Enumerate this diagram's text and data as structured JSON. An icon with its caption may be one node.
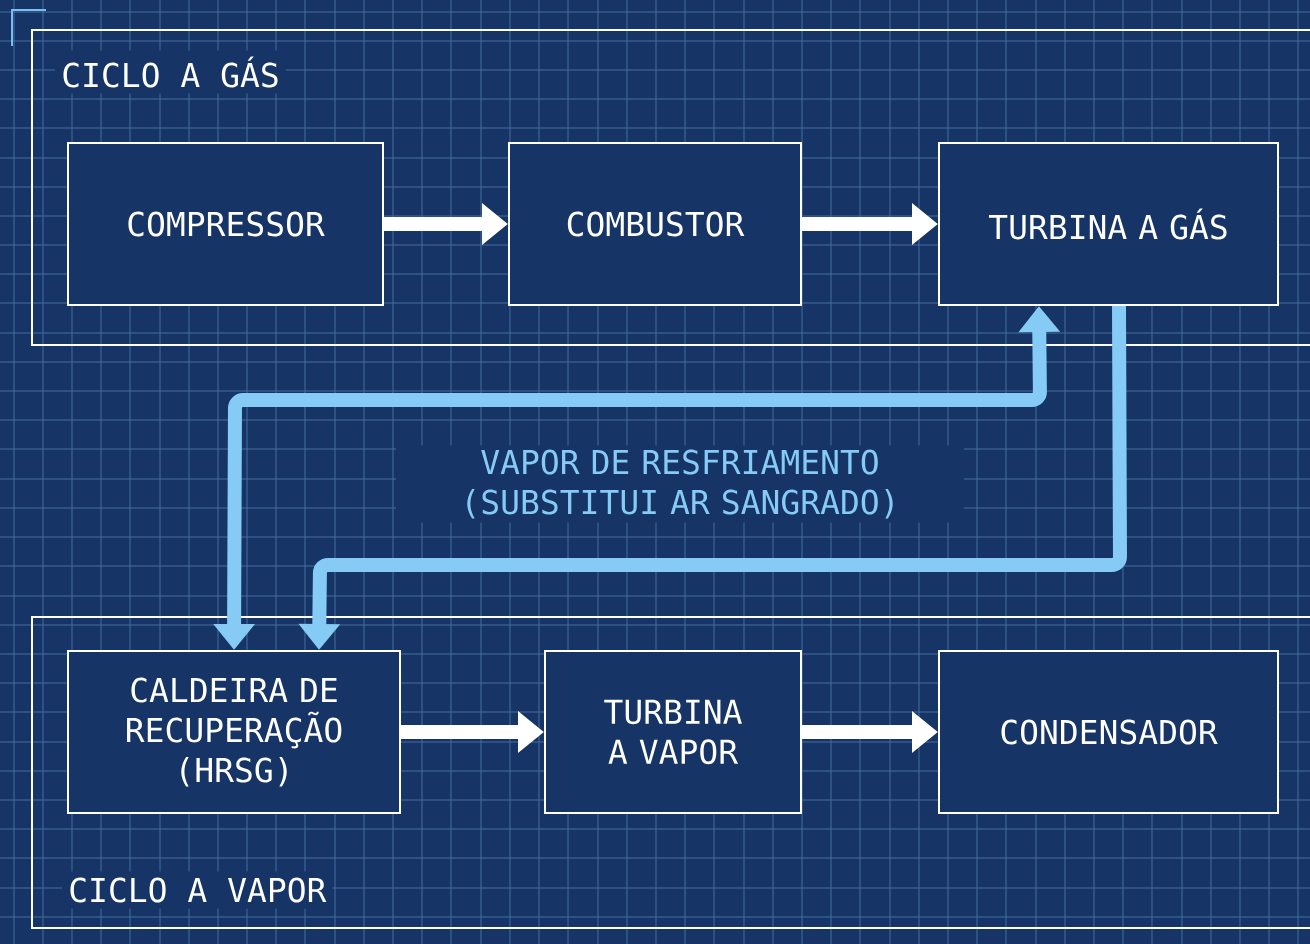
{
  "diagram": {
    "nodes": [
      {
        "text": [
          "CICLO A GÁS"
        ]
      },
      {
        "text": [
          "COMPRESSOR"
        ],
        "in": 0
      },
      {
        "text": [
          "COMBUSTOR"
        ],
        "in": 0
      },
      {
        "text": [
          "TURBINA A GÁS"
        ],
        "in": 0
      },
      {
        "text": [
          "CICLO A VAPOR"
        ]
      },
      {
        "text": [
          "CALDEIRA DE RECUPERAÇÃO (HRSG)"
        ],
        "in": 4
      },
      {
        "text": [
          "TURBINA A VAPOR"
        ],
        "in": 4
      },
      {
        "text": [
          "CONDENSADOR"
        ],
        "in": 4
      }
    ],
    "edges": [
      {
        "from": 1,
        "to": 2,
        "arrow": "to"
      },
      {
        "from": 2,
        "to": 3,
        "arrow": "to"
      },
      {
        "from": 5,
        "to": 3,
        "arrow": "both",
        "color": "#86cbf5"
      },
      {
        "from": 3,
        "to": 5,
        "arrow": "to",
        "color": "#86cbf5"
      },
      {
        "from": 5,
        "to": 6,
        "arrow": "to"
      },
      {
        "from": 6,
        "to": 7,
        "arrow": "to"
      }
    ],
    "labels": [
      "VAPOR DE RESFRIAMENTO (SUBSTITUI AR SANGRADO)"
    ]
  }
}
